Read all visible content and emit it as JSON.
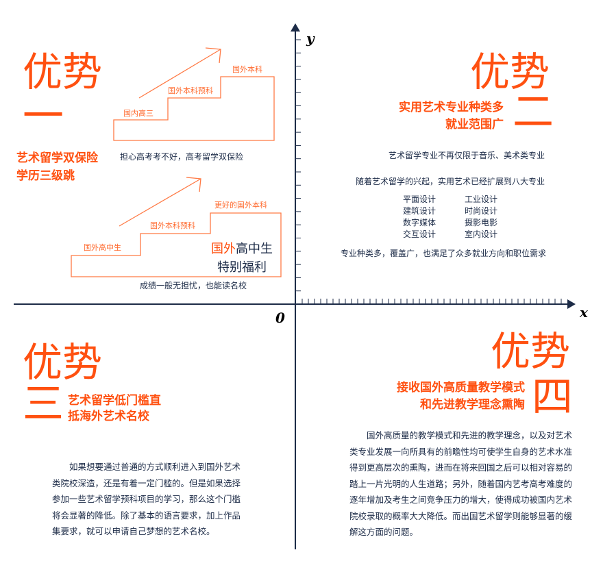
{
  "axes": {
    "y_label": "y",
    "x_label": "x",
    "origin_label": "0"
  },
  "advantage1": {
    "heading": "优势",
    "number": "一",
    "subtitle_lines": [
      "艺术留学双保险",
      "学历三级跳"
    ],
    "stairs_top": {
      "steps": [
        "国内高三",
        "国外本科预科",
        "国外本科"
      ],
      "caption": "担心高考考不好，高考留学双保险"
    },
    "stairs_bottom": {
      "steps": [
        "国外高中生",
        "国外本科预科",
        "更好的国外本科"
      ],
      "highlight_orange": "国外",
      "highlight_dark": "高中生",
      "highlight_line2": "特别福利",
      "caption": "成绩一般无担忧，也能读名校"
    }
  },
  "advantage2": {
    "heading": "优势",
    "number": "二",
    "subtitle_lines": [
      "实用艺术专业种类多",
      "就业范围广"
    ],
    "line1": "艺术留学专业不再仅限于音乐、美术类专业",
    "line2": "随着艺术留学的兴起，实用艺术已经扩展到八大专业",
    "majors": [
      "平面设计",
      "工业设计",
      "建筑设计",
      "时尚设计",
      "数字媒体",
      "摄影电影",
      "交互设计",
      "室内设计"
    ],
    "line3": "专业种类多，覆盖广，也满足了众多就业方向和职位需求"
  },
  "advantage3": {
    "heading": "优势",
    "number": "三",
    "subtitle": "艺术留学低门槛直抵海外艺术名校",
    "body": "如果想要通过普通的方式顺利进入到国外艺术类院校深造，还是有着一定门槛的。但是如果选择参加一些艺术留学预科项目的学习，那么这个门槛将会显著的降低。除了基本的语言要求，加上作品集要求，就可以申请自己梦想的艺术名校。"
  },
  "advantage4": {
    "heading": "优势",
    "number": "四",
    "subtitle_lines": [
      "接收国外高质量教学模式",
      "和先进教学理念熏陶"
    ],
    "body": "国外高质量的教学模式和先进的教学理念，以及对艺术类专业发展一向所具有的前瞻性均可使学生自身的艺术水准得到更高层次的熏陶，进而在将来回国之后可以相对容易的踏上一片光明的人生道路；另外，随着国内艺考高考难度的逐年增加及考生之间竞争压力的增大，使得成功被国内艺术院校录取的概率大大降低。而出国艺术留学则能够显著的缓解这方面的问题。"
  },
  "colors": {
    "accent": "#ff5010",
    "text": "#1c2b47",
    "axis": "#1c2b47"
  }
}
